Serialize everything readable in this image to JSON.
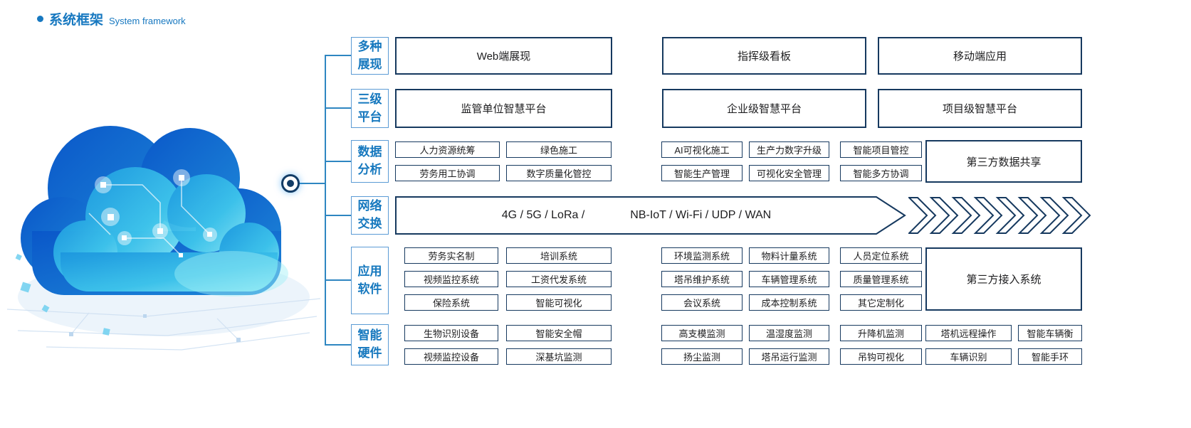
{
  "title": {
    "zh": "系统框架",
    "en": "System framework"
  },
  "colors": {
    "accent_blue": "#1778c0",
    "box_border": "#16395f",
    "connector": "#2e86c1"
  },
  "sections": {
    "display": {
      "label": "多种展现",
      "boxes": [
        "Web端展现",
        "指挥级看板",
        "移动端应用"
      ]
    },
    "platform": {
      "label": "三级平台",
      "boxes": [
        "监管单位智慧平台",
        "企业级智慧平台",
        "项目级智慧平台"
      ]
    },
    "analysis": {
      "label": "数据分析",
      "left": [
        [
          "人力资源统筹",
          "绿色施工"
        ],
        [
          "劳务用工协调",
          "数字质量化管控"
        ]
      ],
      "mid": [
        [
          "AI可视化施工",
          "生产力数字升级",
          "智能项目管控"
        ],
        [
          "智能生产管理",
          "可视化安全管理",
          "智能多方协调"
        ]
      ],
      "right": "第三方数据共享"
    },
    "network": {
      "label": "网络交换",
      "text_left": "4G / 5G / LoRa /",
      "text_right": "NB-IoT / Wi-Fi / UDP / WAN"
    },
    "software": {
      "label": "应用软件",
      "left": [
        [
          "劳务实名制",
          "培训系统"
        ],
        [
          "视频监控系统",
          "工资代发系统"
        ],
        [
          "保险系统",
          "智能可视化"
        ]
      ],
      "mid": [
        [
          "环境监测系统",
          "物料计量系统",
          "人员定位系统"
        ],
        [
          "塔吊维护系统",
          "车辆管理系统",
          "质量管理系统"
        ],
        [
          "会议系统",
          "成本控制系统",
          "其它定制化"
        ]
      ],
      "right": "第三方接入系统"
    },
    "hardware": {
      "label": "智能硬件",
      "rows": [
        [
          "生物识别设备",
          "智能安全帽",
          "高支模监测",
          "温湿度监测",
          "升降机监测",
          "塔机远程操作",
          "智能车辆衡"
        ],
        [
          "视频监控设备",
          "深基坑监测",
          "扬尘监测",
          "塔吊运行监测",
          "吊钩可视化",
          "车辆识别",
          "智能手环"
        ]
      ]
    }
  }
}
